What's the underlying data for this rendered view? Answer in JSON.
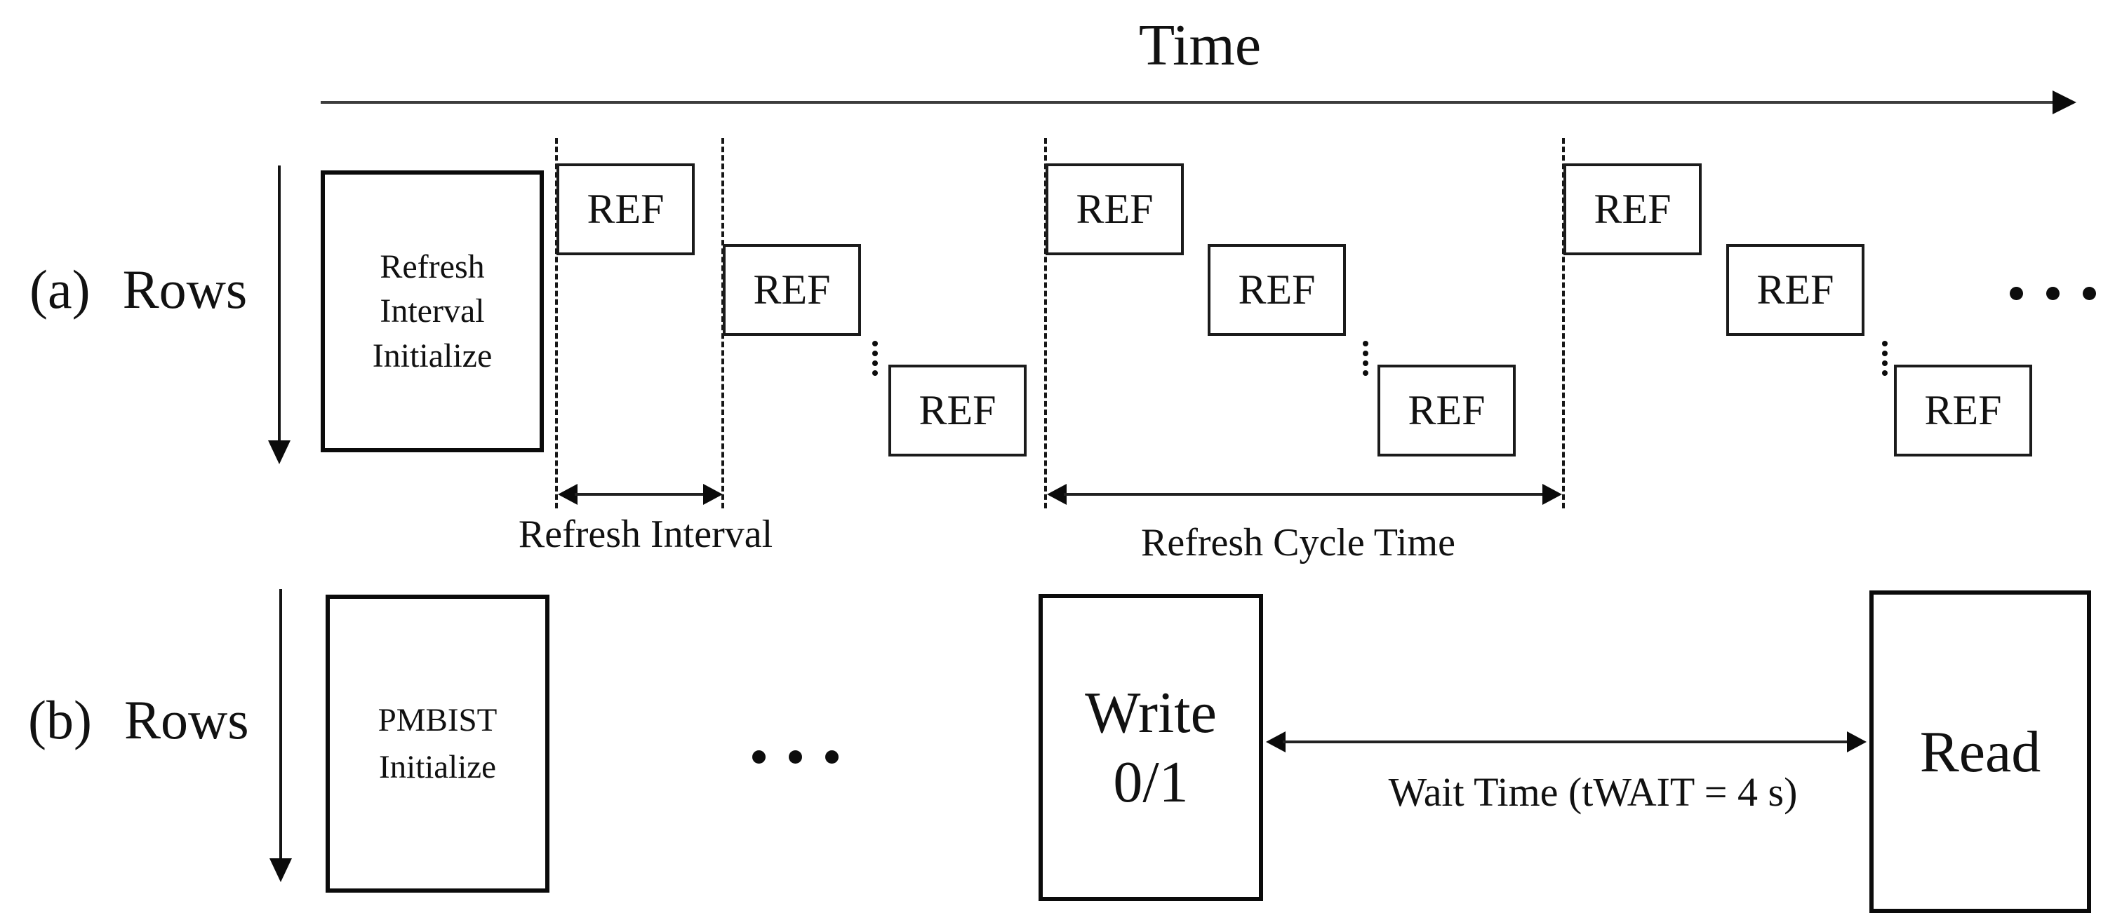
{
  "colors": {
    "ink": "#111111",
    "box_border": "#0b0b0b",
    "axis_line": "#3d3d3d",
    "background": "#ffffff"
  },
  "time_axis": {
    "label": "Time"
  },
  "part_a": {
    "index_label": "(a)",
    "axis_label": "Rows",
    "init_box_label": "Refresh\nInterval\nInitialize",
    "ref_box_label": "REF",
    "refresh_interval_label": "Refresh Interval",
    "refresh_cycle_time_label": "Refresh Cycle Time"
  },
  "part_b": {
    "index_label": "(b)",
    "axis_label": "Rows",
    "init_box_label": "PMBIST\nInitialize",
    "write_box_label": "Write\n0/1",
    "wait_time_label": "Wait Time (tWAIT = 4 s)",
    "read_box_label": "Read"
  }
}
